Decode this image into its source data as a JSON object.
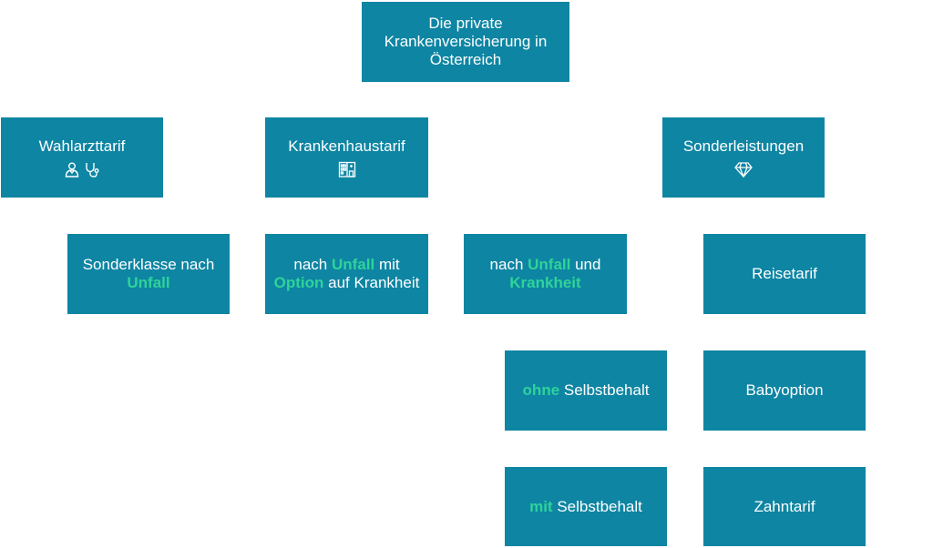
{
  "root": {
    "lines": [
      "Die private",
      "Krankenversicherung in",
      "Österreich"
    ]
  },
  "wahlarzttarif": {
    "label": "Wahlarzttarif",
    "icons": [
      "doctor-icon",
      "stethoscope-icon"
    ]
  },
  "krankenhaustarif": {
    "label": "Krankenhaustarif",
    "icons": [
      "hospital-icon"
    ]
  },
  "sonderleistungen": {
    "label": "Sonderleistungen",
    "icons": [
      "diamond-icon"
    ]
  },
  "sonderklasse": {
    "line1": "Sonderklasse nach",
    "line2_highlight": "Unfall"
  },
  "unfall_option": {
    "part1": "nach ",
    "highlight1": "Unfall",
    "part2": " mit",
    "highlight2": "Option",
    "part3": " auf Krankheit"
  },
  "unfall_krankheit": {
    "part1": "nach ",
    "highlight1": "Unfall",
    "part2": " und",
    "highlight2": "Krankheit"
  },
  "reisetarif": {
    "label": "Reisetarif"
  },
  "ohne_selbstbehalt": {
    "highlight": "ohne",
    "rest": " Selbstbehalt"
  },
  "babyoption": {
    "label": "Babyoption"
  },
  "mit_selbstbehalt": {
    "highlight": "mit",
    "rest": " Selbstbehalt"
  },
  "zahntarif": {
    "label": "Zahntarif"
  },
  "colors": {
    "box": "#0e85a3",
    "text": "#ffffff",
    "highlight": "#2fd39a"
  }
}
